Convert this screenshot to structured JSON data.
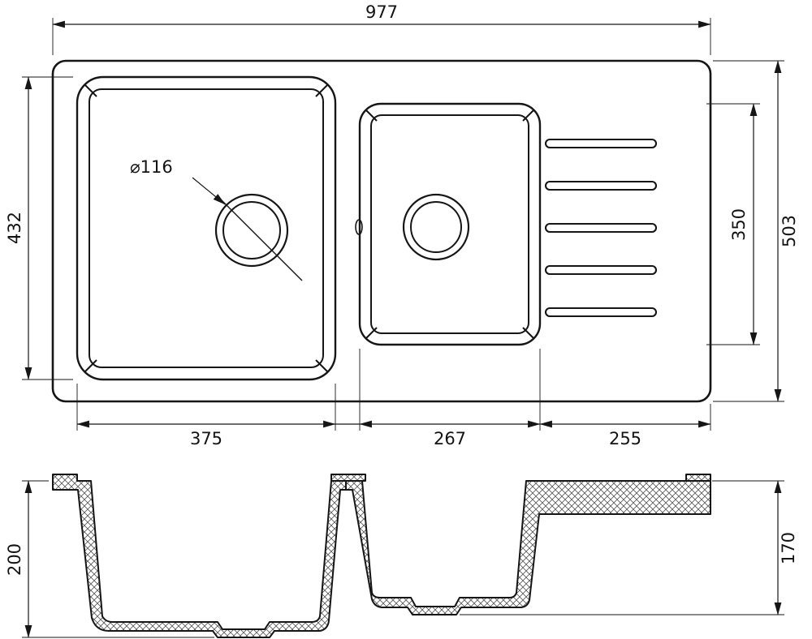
{
  "drawing": {
    "type": "kitchen-sink-technical-drawing",
    "top_view_dims": {
      "overall_width": "977",
      "left_bowl_height": "432",
      "overall_depth": "503",
      "right_bowl_height": "350",
      "left_bowl_width": "375",
      "right_bowl_width": "267",
      "drainer_width": "255",
      "drain_diameter": "⌀116"
    },
    "section_dims": {
      "left_bowl_depth": "200",
      "right_bowl_depth": "170"
    }
  }
}
